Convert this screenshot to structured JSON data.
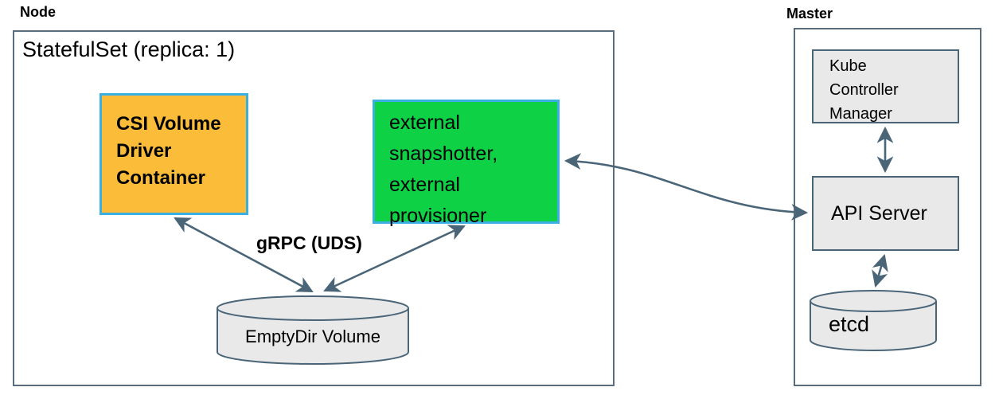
{
  "diagram": {
    "node": {
      "label": "Node",
      "statefulset_title": "StatefulSet (replica: 1)",
      "csi_driver_box": {
        "lines": [
          "CSI Volume",
          "Driver",
          "Container"
        ]
      },
      "sidecar_box": {
        "lines": [
          "external",
          "snapshotter,",
          "external",
          "provisioner"
        ]
      },
      "grpc_label": "gRPC (UDS)",
      "emptydir_volume_label": "EmptyDir Volume"
    },
    "master": {
      "label": "Master",
      "kube_controller_manager": {
        "lines": [
          "Kube",
          "Controller",
          "Manager"
        ]
      },
      "api_server_label": "API Server",
      "etcd_label": "etcd"
    }
  },
  "colors": {
    "amber_fill": "#FBBC3A",
    "green_fill": "#0ED145",
    "container_border_blue": "#3BAEE2",
    "arrow_slate": "#4A6578",
    "gray_fill": "#E9E9E9",
    "frame_border": "#5B6C7C",
    "text_black": "#000000"
  }
}
